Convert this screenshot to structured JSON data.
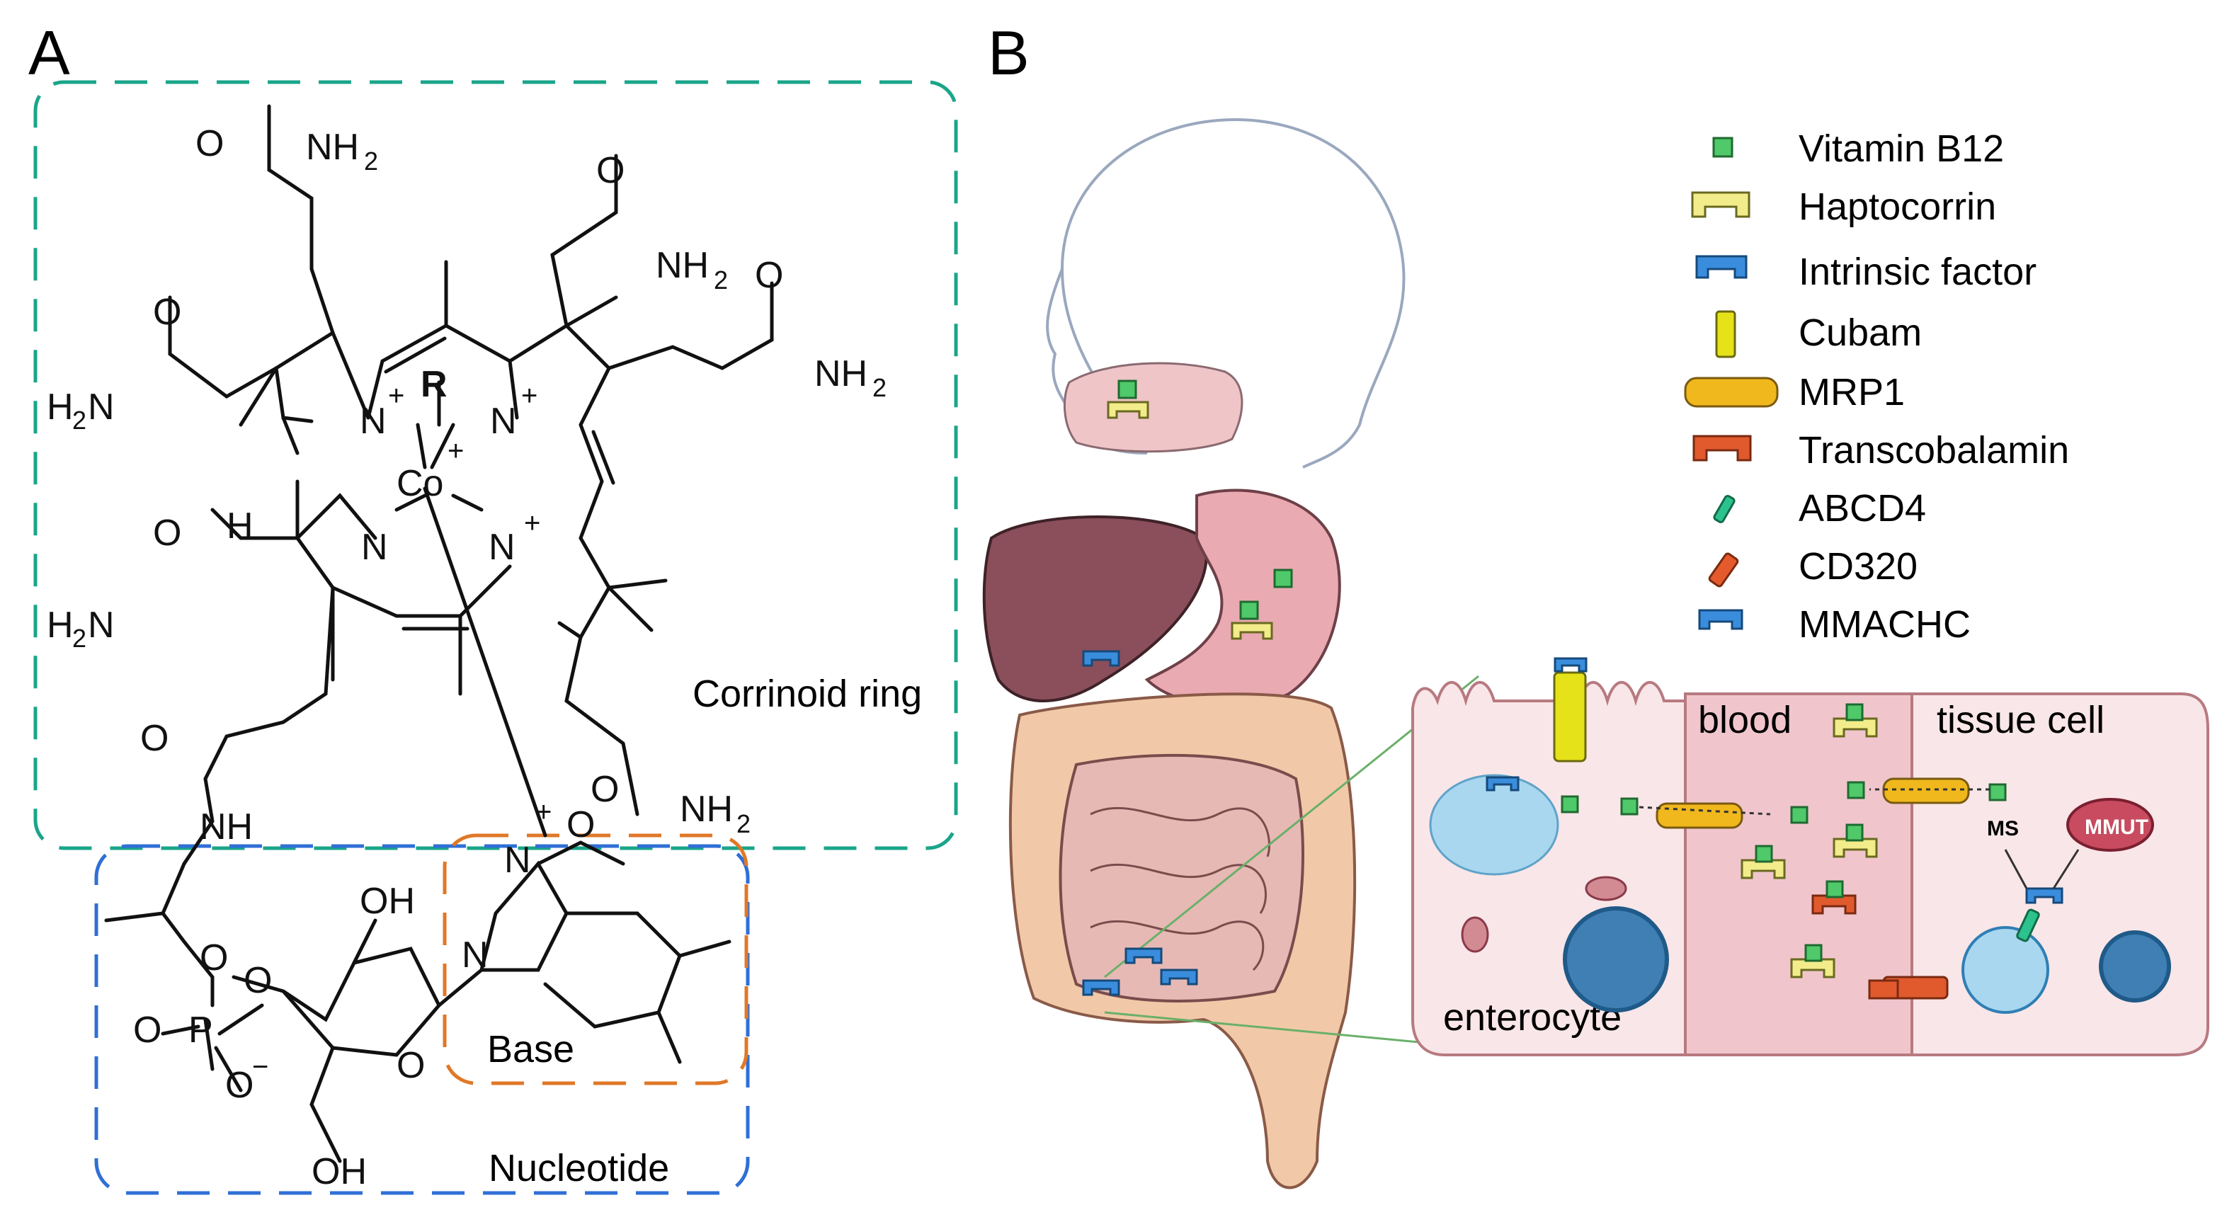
{
  "panel_a": {
    "letter": "A",
    "labels": {
      "corrinoid_ring": "Corrinoid ring",
      "base": "Base",
      "nucleotide": "Nucleotide"
    },
    "atoms": {
      "nh2_a": "NH",
      "nh2_b": "NH",
      "nh2_c": "NH",
      "nh2_d": "NH",
      "nh2_e": "NH",
      "h2n_a": "H",
      "h2n_b": "H",
      "sub2": "2",
      "n_left_up": "N",
      "n_right_up": "N",
      "n_left_low": "N",
      "n_right_low": "N",
      "co": "Co",
      "r": "R",
      "h_left": "H",
      "nh_amide": "NH",
      "n_base_top": "N",
      "n_base_bottom": "N",
      "o_plus": "O",
      "oh_ribose": "OH",
      "oh_bottom": "OH",
      "p": "P",
      "o_p1": "O",
      "o_p2": "O",
      "o_p3": "O",
      "o_minus": "O",
      "o_ring": "O",
      "o_ester": "O",
      "o1": "O",
      "o2": "O",
      "o3": "O",
      "o4": "O",
      "o5": "O",
      "o6": "O",
      "plus": "+",
      "minus": "−"
    },
    "colors": {
      "corrinoid_box": "#1aa58a",
      "nucleotide_box": "#2f6fd6",
      "base_box": "#e07828"
    }
  },
  "panel_b": {
    "letter": "B",
    "legend": [
      {
        "label": "Vitamin B12",
        "icon": "vitamin-b12-cube-icon",
        "color": "#4fc96a"
      },
      {
        "label": "Haptocorrin",
        "icon": "haptocorrin-icon",
        "color": "#f3ec8a"
      },
      {
        "label": "Intrinsic factor",
        "icon": "intrinsic-factor-icon",
        "color": "#3a8ddc"
      },
      {
        "label": "Cubam",
        "icon": "cubam-icon",
        "color": "#e6e21a"
      },
      {
        "label": "MRP1",
        "icon": "mrp1-icon",
        "color": "#f0b81c"
      },
      {
        "label": "Transcobalamin",
        "icon": "transcobalamin-icon",
        "color": "#e05a2e"
      },
      {
        "label": "ABCD4",
        "icon": "abcd4-icon",
        "color": "#2cc28e"
      },
      {
        "label": "CD320",
        "icon": "cd320-icon",
        "color": "#e45a2c"
      },
      {
        "label": "MMACHC",
        "icon": "mmachc-icon",
        "color": "#3a8ddc"
      }
    ],
    "cell_labels": {
      "blood": "blood",
      "tissue_cell": "tissue cell",
      "enterocyte": "enterocyte",
      "ms": "MS",
      "mmut": "MMUT"
    },
    "colors": {
      "cell_fill": "#f9e6e8",
      "blood_fill": "#f0c6cc",
      "cell_outline": "#b77a80",
      "liver": "#8a4f5a",
      "stomach": "#e9aab2",
      "intestine": "#e7b9b4",
      "colon": "#f1c9a8"
    }
  }
}
